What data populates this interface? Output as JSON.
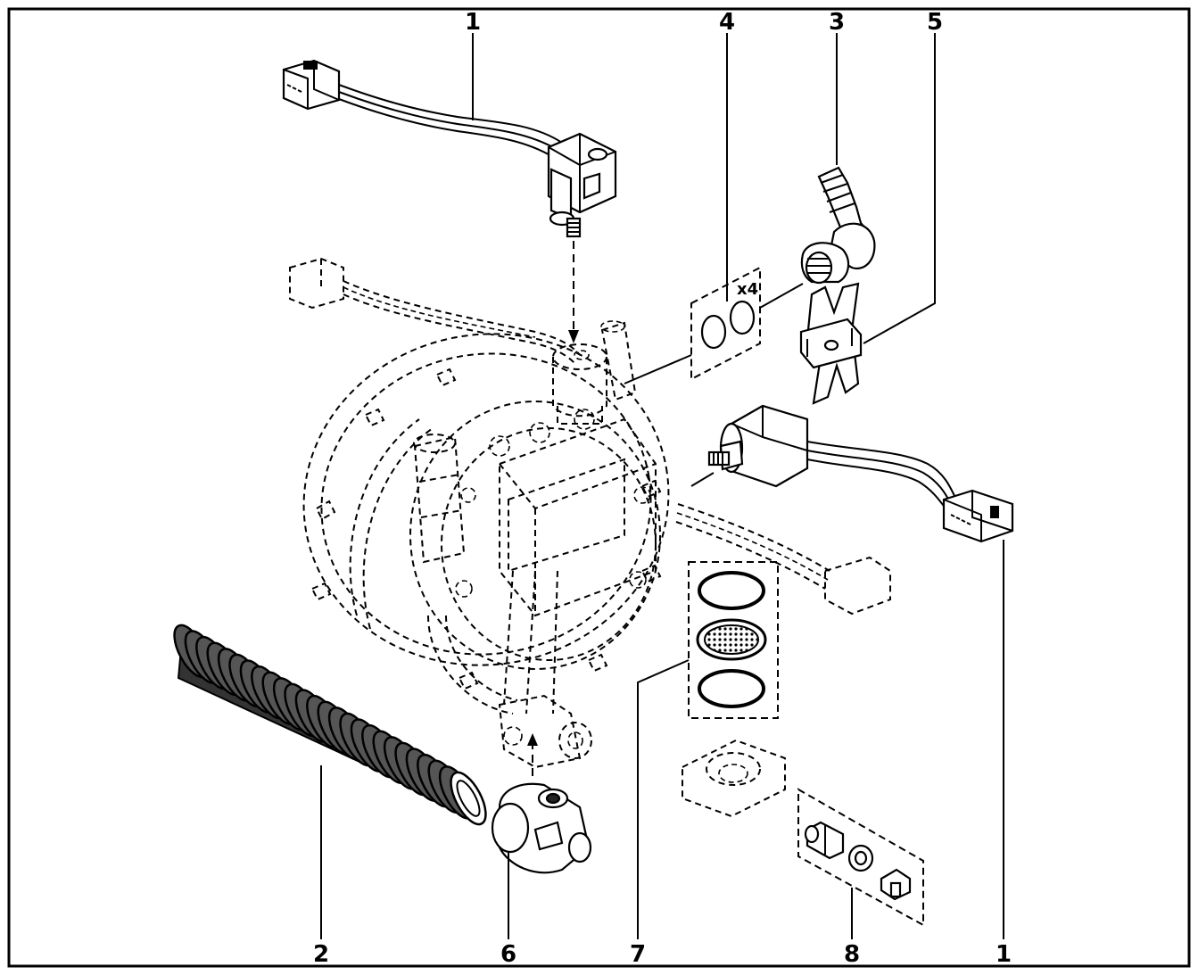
{
  "callouts": {
    "c1_top": "1",
    "c4": "4",
    "c3": "3",
    "c5": "5",
    "c2": "2",
    "c6": "6",
    "c7": "7",
    "c8": "8",
    "c1_bottom": "1"
  },
  "oring_kit_quantity": "x4",
  "colors": {
    "ink": "#000000",
    "paper": "#ffffff"
  }
}
